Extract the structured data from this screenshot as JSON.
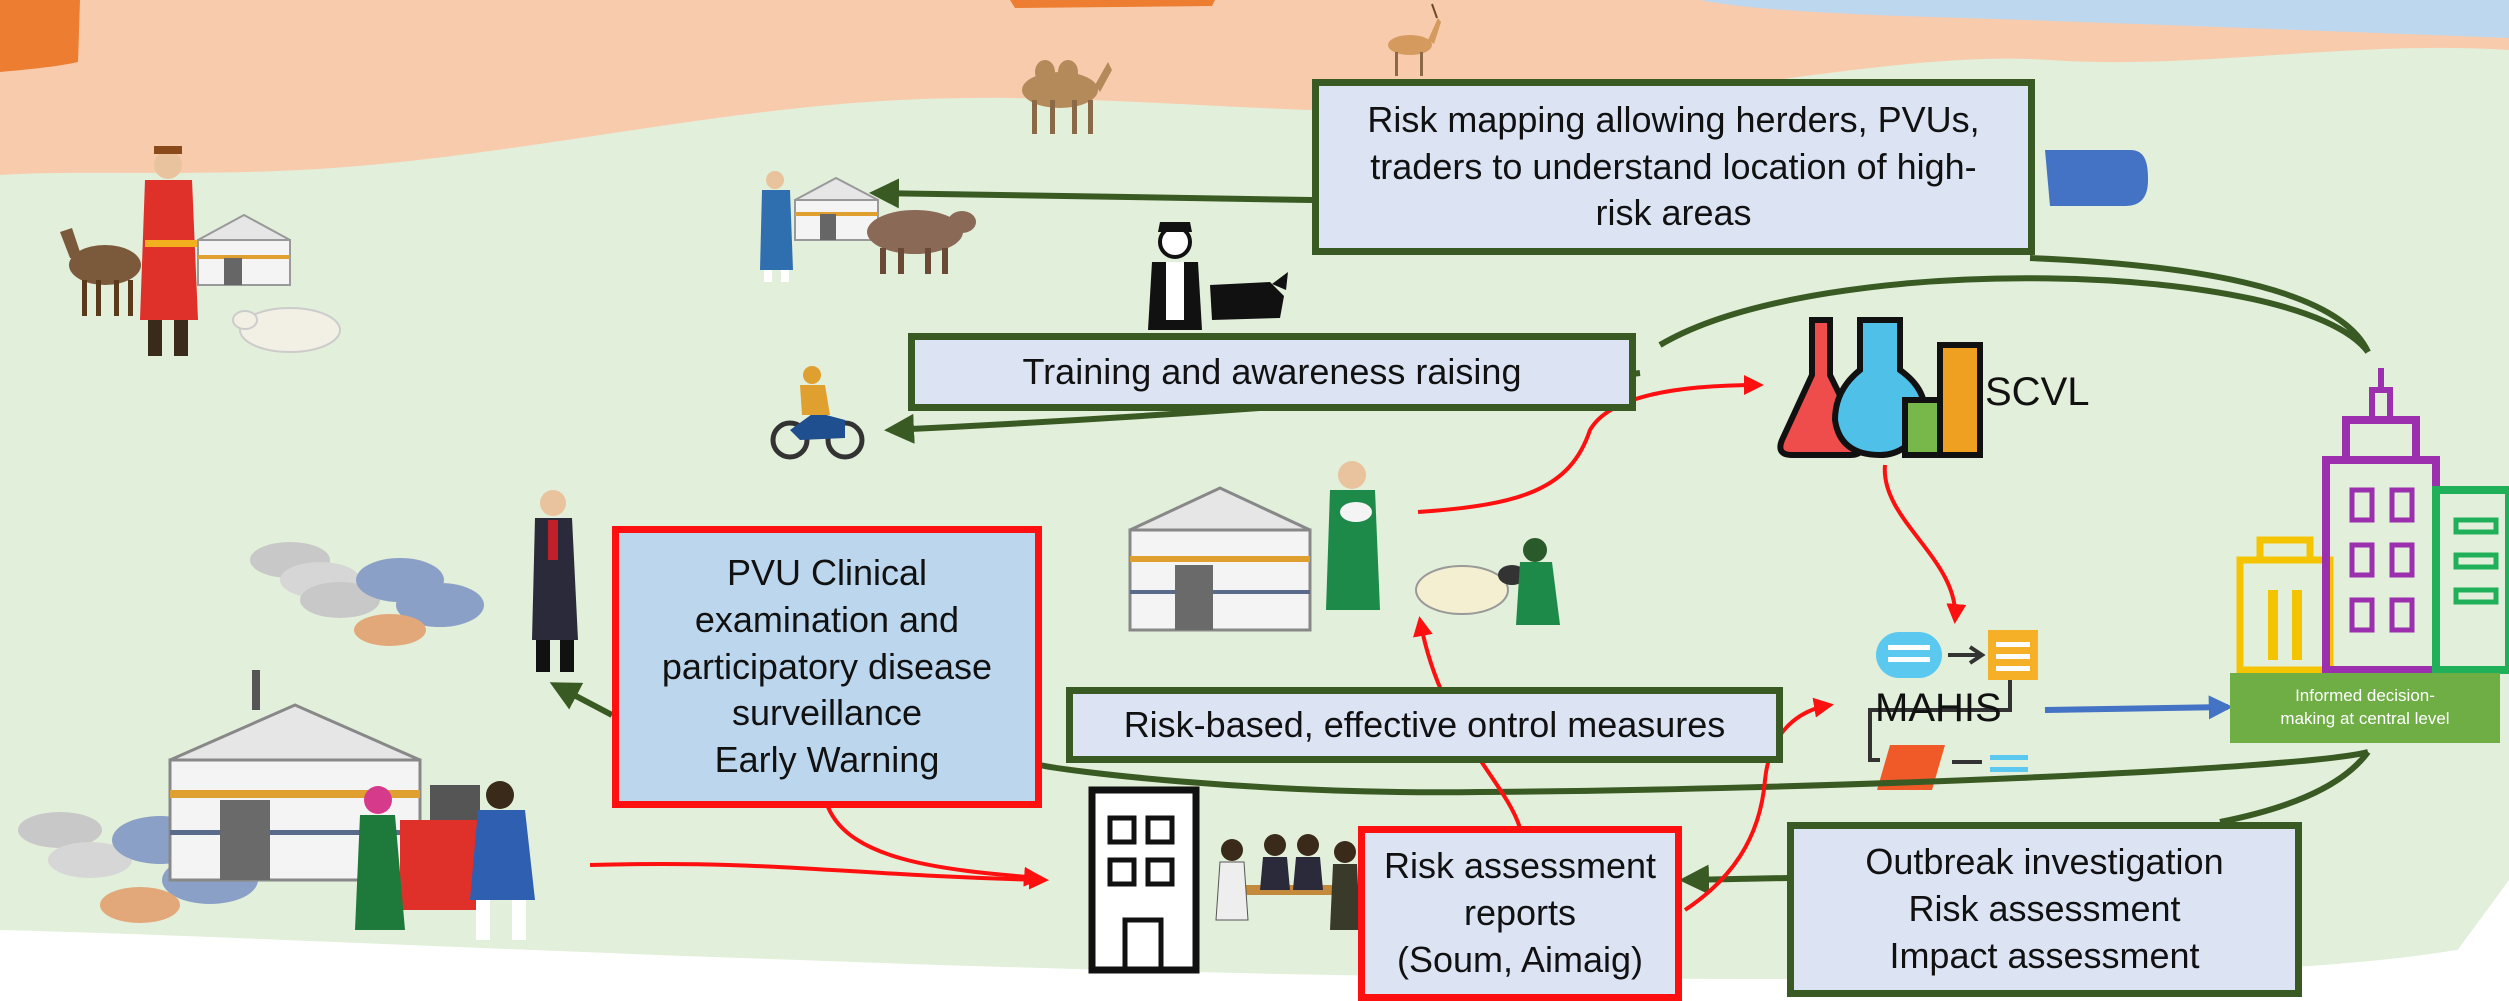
{
  "boxes": {
    "risk_mapping": "Risk mapping allowing herders, PVUs,\ntraders to understand location of high-\nrisk areas",
    "training": "Training and awareness raising",
    "pvu": "PVU Clinical\nexamination and\nparticipatory disease\nsurveillance\nEarly Warning",
    "control": "Risk-based, effective ontrol measures",
    "reports": "Risk assessment\nreports\n(Soum, Aimaig)",
    "outbreak": "Outbreak investigation\nRisk assessment\nImpact assessment"
  },
  "labels": {
    "scvl": "SCVL",
    "mahis": "MAHIS",
    "decision": "Informed decision-\nmaking at central level"
  },
  "colors": {
    "green_arrow": "#3a5a24",
    "red_arrow": "#ff1010",
    "blue_arrow": "#4472c4",
    "steppe": "#e2efda",
    "desert": "#f8cbad",
    "sky": "#bdd7ee",
    "decision_label": "#6fae45"
  },
  "icons": [
    "camel-icon",
    "antelope-icon",
    "herder-icon",
    "horse-icon",
    "ger-icon",
    "sheep-icon",
    "goat-icon",
    "cow-icon",
    "motorbike-icon",
    "farmer-icon",
    "veterinarian-icon",
    "lab-flasks-icon",
    "flowchart-icon",
    "city-buildings-icon",
    "office-building-icon",
    "meeting-people-icon",
    "water-pond-icon"
  ]
}
